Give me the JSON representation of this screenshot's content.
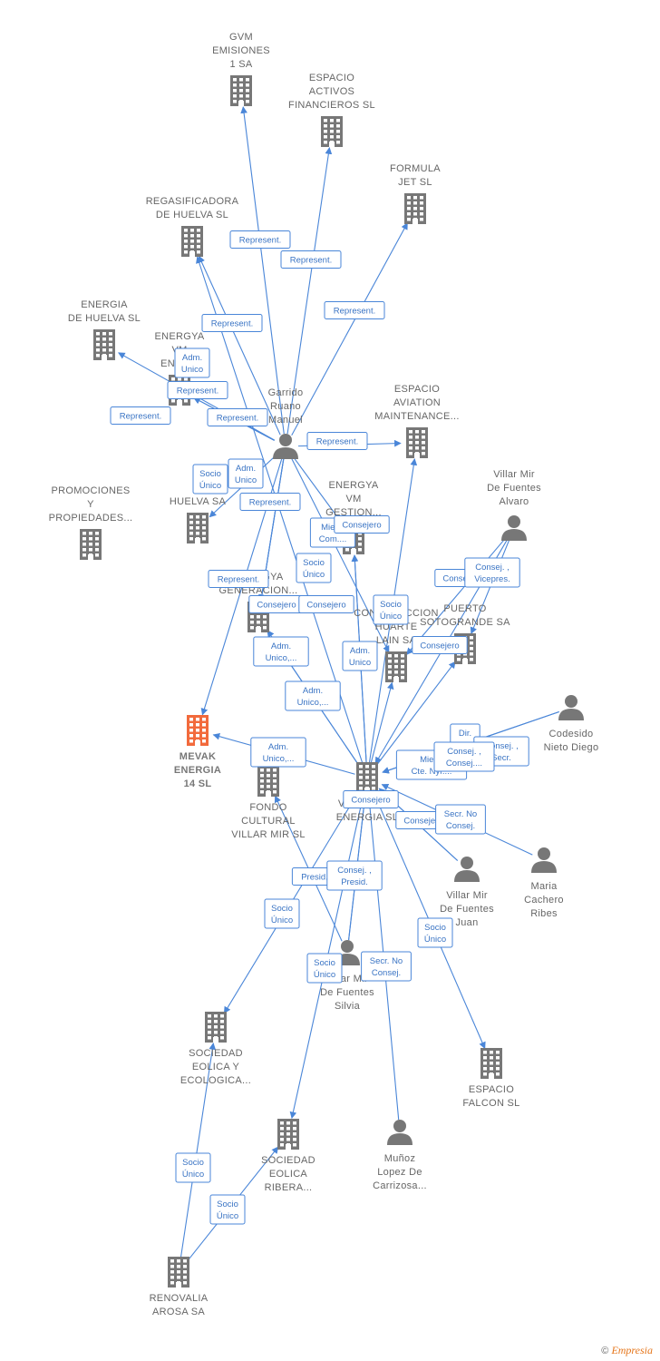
{
  "colors": {
    "edge": "#4a86d8",
    "company": "#777777",
    "focus_company": "#f26a3c",
    "person": "#777777"
  },
  "nodes": [
    {
      "id": "gvm",
      "type": "company",
      "label": [
        "GVM",
        "EMISIONES",
        "1 SA"
      ]
    },
    {
      "id": "espacio_activos",
      "type": "company",
      "label": [
        "ESPACIO",
        "ACTIVOS",
        "FINANCIEROS SL"
      ]
    },
    {
      "id": "formula_jet",
      "type": "company",
      "label": [
        "FORMULA",
        "JET SL"
      ]
    },
    {
      "id": "regasificadora",
      "type": "company",
      "label": [
        "REGASIFICADORA",
        "DE HUELVA SL"
      ]
    },
    {
      "id": "energia_huelva",
      "type": "company",
      "label": [
        "ENERGIA",
        "DE HUELVA SL"
      ]
    },
    {
      "id": "energya_vm_ener",
      "type": "company",
      "label": [
        "ENERGYA",
        "VM",
        "ENER..."
      ]
    },
    {
      "id": "garrido",
      "type": "person",
      "label": [
        "Garrido",
        "Ruano",
        "Manuel"
      ]
    },
    {
      "id": "espacio_aviation",
      "type": "company",
      "label": [
        "ESPACIO",
        "AVIATION",
        "MAINTENANCE..."
      ]
    },
    {
      "id": "villar_alvaro",
      "type": "person",
      "label": [
        "Villar Mir",
        "De Fuentes",
        "Alvaro"
      ]
    },
    {
      "id": "promociones",
      "type": "company",
      "label": [
        "PROMOCIONES",
        "Y",
        "PROPIEDADES..."
      ]
    },
    {
      "id": "huelva_sa",
      "type": "company",
      "label": [
        "HUELVA SA"
      ]
    },
    {
      "id": "energya_vm_gestion",
      "type": "company",
      "label": [
        "ENERGYA",
        "VM",
        "GESTION..."
      ]
    },
    {
      "id": "energya_generacion",
      "type": "company",
      "label": [
        "ENERGYA",
        "GENERACION..."
      ]
    },
    {
      "id": "huarte_lain",
      "type": "company",
      "label": [
        "CONSTRUCCION",
        "HUARTE",
        "LAIN SA"
      ]
    },
    {
      "id": "puerto_sotogrande",
      "type": "company",
      "label": [
        "PUERTO",
        "SOTOGRANDE SA"
      ]
    },
    {
      "id": "codesido",
      "type": "person",
      "label": [
        "Codesido",
        "Nieto Diego"
      ]
    },
    {
      "id": "mevak",
      "type": "focus",
      "label": [
        "MEVAK",
        "ENERGIA",
        "14 SL"
      ]
    },
    {
      "id": "fondo_cultural",
      "type": "company",
      "label": [
        "FONDO",
        "CULTURAL",
        "VILLAR MIR SL"
      ]
    },
    {
      "id": "villar_mir_energia",
      "type": "company",
      "label": [
        "VILLAR MIR",
        "ENERGIA SL"
      ]
    },
    {
      "id": "villar_juan",
      "type": "person",
      "label": [
        "Villar Mir",
        "De Fuentes",
        "Juan"
      ]
    },
    {
      "id": "maria_cachero",
      "type": "person",
      "label": [
        "Maria",
        "Cachero",
        "Ribes"
      ]
    },
    {
      "id": "villar_silvia",
      "type": "person",
      "label": [
        "Villar Mir",
        "De Fuentes",
        "Silvia"
      ]
    },
    {
      "id": "sociedad_eolica_ecologica",
      "type": "company",
      "label": [
        "SOCIEDAD",
        "EOLICA Y",
        "ECOLOGICA..."
      ]
    },
    {
      "id": "espacio_falcon",
      "type": "company",
      "label": [
        "ESPACIO",
        "FALCON SL"
      ]
    },
    {
      "id": "sociedad_eolica_ribera",
      "type": "company",
      "label": [
        "SOCIEDAD",
        "EOLICA",
        "RIBERA..."
      ]
    },
    {
      "id": "munoz",
      "type": "person",
      "label": [
        "Muñoz",
        "Lopez De",
        "Carrizosa..."
      ]
    },
    {
      "id": "renovalia",
      "type": "company",
      "label": [
        "RENOVALIA",
        "AROSA SA"
      ]
    }
  ],
  "edges": [
    {
      "from": "garrido",
      "to": "gvm",
      "label": [
        "Represent."
      ]
    },
    {
      "from": "garrido",
      "to": "espacio_activos",
      "label": [
        "Represent."
      ]
    },
    {
      "from": "garrido",
      "to": "formula_jet",
      "label": [
        "Represent."
      ]
    },
    {
      "from": "garrido",
      "to": "regasificadora",
      "label": [
        "Represent."
      ]
    },
    {
      "from": "garrido",
      "to": "energya_vm_ener",
      "label": [
        "Adm.",
        "Unico"
      ]
    },
    {
      "from": "garrido",
      "to": "energia_huelva",
      "label": [
        "Represent."
      ]
    },
    {
      "from": "garrido",
      "to": "energya_vm_ener",
      "label": [
        "Represent."
      ]
    },
    {
      "from": "garrido",
      "to": "espacio_aviation",
      "label": [
        "Represent."
      ]
    },
    {
      "from": "garrido",
      "to": "huelva_sa",
      "label": [
        "Represent."
      ]
    },
    {
      "from": "garrido",
      "to": "energya_generacion",
      "label": [
        "Represent."
      ]
    },
    {
      "from": "garrido",
      "to": "energya_generacion",
      "label": [
        "Represent."
      ]
    },
    {
      "from": "garrido",
      "to": "mevak",
      "label": [
        "Adm.",
        "Unico"
      ]
    },
    {
      "from": "garrido",
      "to": "energya_vm_gestion",
      "label": [
        "Miem.",
        "Com...."
      ]
    },
    {
      "from": "garrido",
      "to": "huarte_lain",
      "label": [
        "Consejero"
      ]
    },
    {
      "from": "garrido",
      "to": "energya_generacion",
      "label": [
        "Consejero"
      ]
    },
    {
      "from": "villar_mir_energia",
      "to": "regasificadora",
      "label": [
        "Socio",
        "Único"
      ]
    },
    {
      "from": "villar_mir_energia",
      "to": "energya_vm_gestion",
      "label": [
        "Socio",
        "Único"
      ]
    },
    {
      "from": "villar_mir_energia",
      "to": "huarte_lain",
      "label": [
        "Socio",
        "Único"
      ]
    },
    {
      "from": "villar_mir_energia",
      "to": "energya_generacion",
      "label": [
        "Adm.",
        "Unico,..."
      ]
    },
    {
      "from": "villar_mir_energia",
      "to": "energya_generacion",
      "label": [
        "Adm.",
        "Unico,..."
      ]
    },
    {
      "from": "villar_mir_energia",
      "to": "mevak",
      "label": [
        "Adm.",
        "Unico,..."
      ]
    },
    {
      "from": "villar_mir_energia",
      "to": "espacio_aviation",
      "label": [
        "Adm.",
        "Unico"
      ]
    },
    {
      "from": "villar_mir_energia",
      "to": "puerto_sotogrande",
      "label": [
        "Consejero"
      ]
    },
    {
      "from": "villar_mir_energia",
      "to": "energya_vm_gestion",
      "label": [
        "Consejero"
      ]
    },
    {
      "from": "villar_mir_energia",
      "to": "sociedad_eolica_ecologica",
      "label": [
        "Socio",
        "Único"
      ]
    },
    {
      "from": "villar_mir_energia",
      "to": "espacio_falcon",
      "label": [
        "Socio",
        "Único"
      ]
    },
    {
      "from": "villar_mir_energia",
      "to": "sociedad_eolica_ribera",
      "label": [
        "Socio",
        "Único"
      ]
    },
    {
      "from": "villar_alvaro",
      "to": "huarte_lain",
      "label": [
        "Consejero"
      ]
    },
    {
      "from": "villar_alvaro",
      "to": "puerto_sotogrande",
      "label": [
        "Consej. ,",
        "Vicepres."
      ]
    },
    {
      "from": "villar_alvaro",
      "to": "villar_mir_energia",
      "label": [
        "Miem.",
        "Cte. Nyr...."
      ]
    },
    {
      "from": "codesido",
      "to": "villar_mir_energia",
      "label": [
        "Dir.",
        "Gen."
      ]
    },
    {
      "from": "codesido",
      "to": "villar_mir_energia",
      "label": [
        "Consej. ,",
        "Secr."
      ]
    },
    {
      "from": "villar_juan",
      "to": "villar_mir_energia",
      "label": [
        "Consej. ,",
        "Consej...."
      ]
    },
    {
      "from": "villar_juan",
      "to": "villar_mir_energia",
      "label": [
        "Consejero"
      ]
    },
    {
      "from": "maria_cachero",
      "to": "villar_mir_energia",
      "label": [
        "Secr. No",
        "Consej."
      ]
    },
    {
      "from": "villar_silvia",
      "to": "villar_mir_energia",
      "label": [
        "Consejero"
      ]
    },
    {
      "from": "villar_silvia",
      "to": "fondo_cultural",
      "label": [
        "Presid."
      ]
    },
    {
      "from": "villar_silvia",
      "to": "villar_mir_energia",
      "label": [
        "Consej. ,",
        "Presid."
      ]
    },
    {
      "from": "munoz",
      "to": "villar_mir_energia",
      "label": [
        "Secr. No",
        "Consej."
      ]
    },
    {
      "from": "renovalia",
      "to": "sociedad_eolica_ecologica",
      "label": [
        "Socio",
        "Único"
      ]
    },
    {
      "from": "renovalia",
      "to": "sociedad_eolica_ribera",
      "label": [
        "Socio",
        "Único"
      ]
    }
  ],
  "footer": {
    "copyright": "©",
    "brand": "Empresia"
  }
}
